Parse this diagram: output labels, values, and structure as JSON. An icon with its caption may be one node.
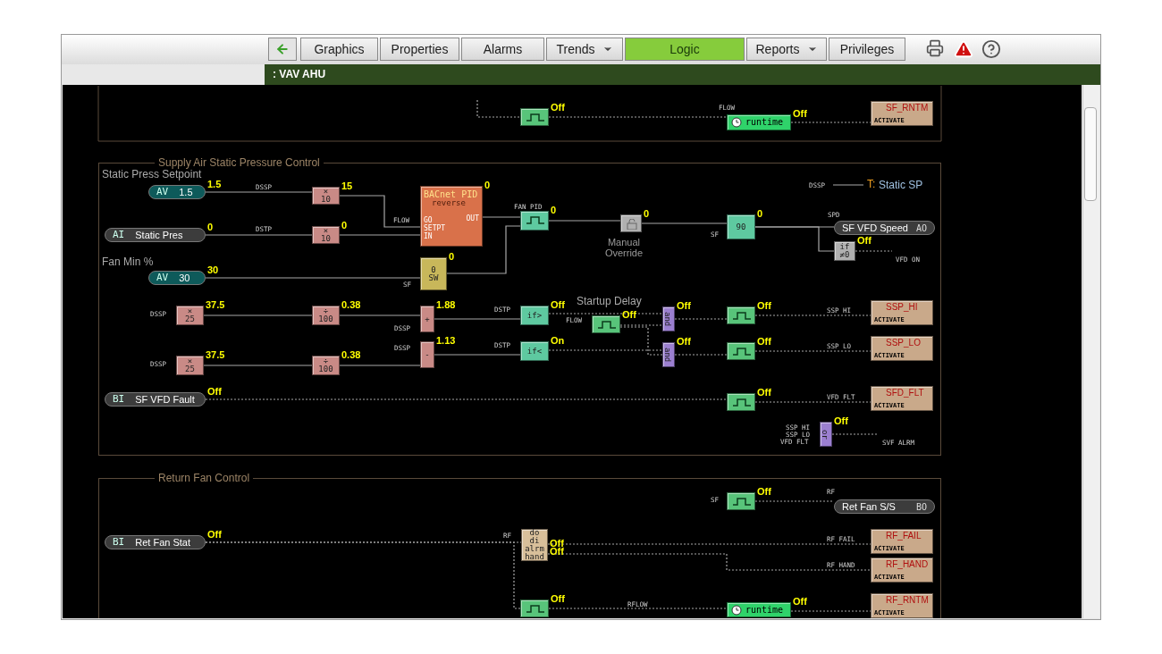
{
  "diagram": {
    "nodes": [
      {
        "text": [],
        "shape": "box",
        "beside": [
          "Off"
        ]
      },
      {
        "text": [
          "runtime"
        ],
        "beside": [
          "Off"
        ]
      },
      {
        "text": [
          "SF_RNTM",
          "ACTIVATE"
        ]
      },
      {
        "text": [
          "Supply Air Static Pressure Control"
        ]
      },
      {
        "text": [
          "AV",
          "1.5"
        ],
        "in": 3,
        "beside": [
          "Static Press Setpoint",
          "1.5"
        ]
      },
      {
        "text": [
          "AI",
          "Static Pres"
        ],
        "in": 3,
        "beside": [
          "0"
        ]
      },
      {
        "text": [
          "AV",
          "30"
        ],
        "in": 3,
        "beside": [
          "Fan Min %",
          "30"
        ]
      },
      {
        "text": [
          "×",
          "10"
        ],
        "in": 3,
        "beside": [
          "15"
        ]
      },
      {
        "text": [
          "×",
          "10"
        ],
        "in": 3,
        "beside": [
          "0"
        ]
      },
      {
        "text": [
          "BACnet PID",
          "reverse",
          "GO",
          "SETPT",
          "IN",
          "OUT"
        ],
        "in": 3,
        "beside": [
          "0"
        ]
      },
      {
        "text": [
          "0",
          "SW"
        ],
        "in": 3,
        "beside": [
          "0"
        ]
      },
      {
        "text": [],
        "shape": "box",
        "in": 3,
        "beside": [
          "0"
        ]
      },
      {
        "text": [],
        "shape": "box",
        "in": 3,
        "beside": [
          "0",
          "Manual Override"
        ]
      },
      {
        "text": [
          "90"
        ],
        "in": 3,
        "beside": [
          "0"
        ]
      },
      {
        "text": [
          "SF VFD Speed",
          "AO"
        ],
        "in": 3
      },
      {
        "text": [
          "if",
          "≠0"
        ],
        "in": 3,
        "beside": [
          "Off"
        ]
      },
      {
        "text": [
          "×",
          "25"
        ],
        "in": 3,
        "beside": [
          "37.5"
        ]
      },
      {
        "text": [
          "÷",
          "100"
        ],
        "in": 3,
        "beside": [
          "0.38"
        ]
      },
      {
        "text": [
          "+"
        ],
        "in": 3,
        "beside": [
          "1.88"
        ]
      },
      {
        "text": [
          "if>"
        ],
        "in": 3,
        "beside": [
          "Off"
        ]
      },
      {
        "text": [],
        "shape": "box",
        "in": 3,
        "beside": [
          "Startup Delay",
          "Off"
        ]
      },
      {
        "text": [
          "and"
        ],
        "in": 3,
        "beside": [
          "Off"
        ]
      },
      {
        "text": [],
        "shape": "box",
        "in": 3,
        "beside": [
          "Off"
        ]
      },
      {
        "text": [
          "SSP_HI",
          "ACTIVATE"
        ],
        "in": 3
      },
      {
        "text": [
          "×",
          "25"
        ],
        "in": 3,
        "beside": [
          "37.5"
        ]
      },
      {
        "text": [
          "÷",
          "100"
        ],
        "in": 3,
        "beside": [
          "0.38"
        ]
      },
      {
        "text": [
          "-"
        ],
        "in": 3,
        "beside": [
          "1.13"
        ]
      },
      {
        "text": [
          "if<"
        ],
        "in": 3,
        "beside": [
          "On"
        ]
      },
      {
        "text": [
          "and"
        ],
        "in": 3,
        "beside": [
          "Off"
        ]
      },
      {
        "text": [],
        "shape": "box",
        "in": 3,
        "beside": [
          "Off"
        ]
      },
      {
        "text": [
          "SSP_LO",
          "ACTIVATE"
        ],
        "in": 3
      },
      {
        "text": [
          "BI",
          "SF VFD Fault"
        ],
        "in": 3,
        "beside": [
          "Off"
        ]
      },
      {
        "text": [],
        "shape": "box",
        "in": 3,
        "beside": [
          "Off"
        ]
      },
      {
        "text": [
          "SFD_FLT",
          "ACTIVATE"
        ],
        "in": 3
      },
      {
        "text": [
          "or"
        ],
        "in": 3,
        "beside": [
          "Off"
        ]
      },
      {
        "text": [
          "Return Fan Control"
        ]
      },
      {
        "text": [],
        "shape": "box",
        "in": 35,
        "beside": [
          "Off"
        ]
      },
      {
        "text": [
          "Ret Fan S/S",
          "BO"
        ],
        "in": 35
      },
      {
        "text": [
          "BI",
          "Ret Fan Stat"
        ],
        "in": 35,
        "beside": [
          "Off"
        ]
      },
      {
        "text": [
          "do",
          "di",
          "alrm",
          "hand"
        ],
        "in": 35,
        "beside": [
          "Off",
          "Off"
        ]
      },
      {
        "text": [
          "RF_FAIL",
          "ACTIVATE"
        ],
        "in": 35
      },
      {
        "text": [
          "RF_HAND",
          "ACTIVATE"
        ],
        "in": 35
      },
      {
        "text": [],
        "shape": "box",
        "in": 35,
        "beside": [
          "Off"
        ]
      },
      {
        "text": [
          "runtime"
        ],
        "in": 35,
        "beside": [
          "Off"
        ]
      },
      {
        "text": [
          "RF_RNTM",
          "ACTIVATE"
        ],
        "in": 35
      },
      {
        "text": [
          "VFD ON"
        ],
        "in": 3
      },
      {
        "text": [
          "SVF ALRM"
        ],
        "in": 3
      }
    ],
    "edges": [
      {
        "from": null,
        "to": 0,
        "arrow": "none",
        "style": "dashed"
      },
      {
        "from": 0,
        "to": 1,
        "arrow": "none",
        "style": "dashed"
      },
      {
        "from": 1,
        "to": 2,
        "arrow": "none",
        "style": "dashed"
      },
      {
        "from": 4,
        "to": 7,
        "arrow": "none"
      },
      {
        "from": 5,
        "to": 8,
        "arrow": "none"
      },
      {
        "from": 7,
        "to": 9,
        "arrow": "none"
      },
      {
        "from": 8,
        "to": 9,
        "arrow": "none"
      },
      {
        "from": 6,
        "to": 10,
        "arrow": "none"
      },
      {
        "from": 9,
        "to": 11,
        "arrow": "none"
      },
      {
        "from": 10,
        "to": 11,
        "arrow": "none"
      },
      {
        "from": 11,
        "to": 12,
        "arrow": "none"
      },
      {
        "from": 12,
        "to": 13,
        "arrow": "none"
      },
      {
        "from": 13,
        "to": 14,
        "arrow": "none"
      },
      {
        "from": 13,
        "to": 15,
        "arrow": "none"
      },
      {
        "from": 15,
        "to": 45,
        "arrow": "none",
        "style": "dashed"
      },
      {
        "from": 16,
        "to": 17,
        "arrow": "none"
      },
      {
        "from": 17,
        "to": 18,
        "arrow": "none"
      },
      {
        "from": 18,
        "to": 19,
        "arrow": "none"
      },
      {
        "from": 19,
        "to": 21,
        "arrow": "none",
        "style": "dashed"
      },
      {
        "from": 20,
        "to": 21,
        "arrow": "none",
        "style": "dashed"
      },
      {
        "from": 20,
        "to": 28,
        "arrow": "none",
        "style": "dashed"
      },
      {
        "from": 21,
        "to": 22,
        "arrow": "none",
        "style": "dashed"
      },
      {
        "from": 22,
        "to": 23,
        "arrow": "none",
        "style": "dashed"
      },
      {
        "from": 24,
        "to": 25,
        "arrow": "none"
      },
      {
        "from": 25,
        "to": 26,
        "arrow": "none"
      },
      {
        "from": 26,
        "to": 27,
        "arrow": "none"
      },
      {
        "from": 27,
        "to": 28,
        "arrow": "none",
        "style": "dashed"
      },
      {
        "from": 28,
        "to": 29,
        "arrow": "none",
        "style": "dashed"
      },
      {
        "from": 29,
        "to": 30,
        "arrow": "none",
        "style": "dashed"
      },
      {
        "from": 31,
        "to": 32,
        "arrow": "none",
        "style": "dashed"
      },
      {
        "from": 32,
        "to": 33,
        "arrow": "none",
        "style": "dashed"
      },
      {
        "from": 34,
        "to": 46,
        "arrow": "none",
        "style": "dashed"
      },
      {
        "from": 36,
        "to": 37,
        "arrow": "none",
        "style": "dashed"
      },
      {
        "from": 38,
        "to": 39,
        "arrow": "none",
        "style": "dashed"
      },
      {
        "from": 38,
        "to": 42,
        "arrow": "none",
        "style": "dashed"
      },
      {
        "from": 39,
        "to": 40,
        "arrow": "none",
        "style": "dashed"
      },
      {
        "from": 39,
        "to": 41,
        "arrow": "none",
        "style": "dashed"
      },
      {
        "from": 42,
        "to": 43,
        "arrow": "none",
        "style": "dashed"
      },
      {
        "from": 43,
        "to": 44,
        "arrow": "none",
        "style": "dashed"
      }
    ],
    "labels": [
      "Graphics",
      "Properties",
      "Alarms",
      "Trends",
      "Logic",
      "Reports",
      "Privileges",
      ": VAV AHU",
      "FLOW",
      "DSSP",
      "DSTP",
      "FLOW",
      "SF",
      "FAN PID",
      "DSSP",
      "T:",
      "Static SP",
      "SF",
      "SPD",
      "DSSP",
      "DSSP",
      "DSTP",
      "FLOW",
      "SSP HI",
      "DSSP",
      "DSSP",
      "DSTP",
      "SSP LO",
      "VFD FLT",
      "SSP HI",
      "SSP LO",
      "VFD FLT",
      "SF",
      "RF",
      "RF",
      "RF FAIL",
      "RF HAND",
      "RFLOW"
    ]
  }
}
